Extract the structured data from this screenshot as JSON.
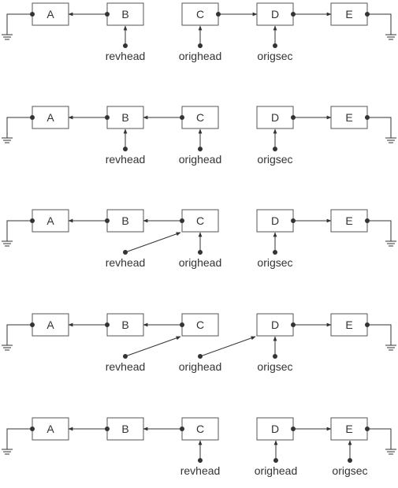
{
  "diagram": {
    "nodes": [
      "A",
      "B",
      "C",
      "D",
      "E"
    ],
    "pointer_names": [
      "revhead",
      "orighead",
      "origsec"
    ],
    "steps": [
      {
        "links": [
          [
            "B",
            "A"
          ],
          [
            "C",
            "D"
          ],
          [
            "D",
            "E"
          ]
        ],
        "grounded": [
          "A",
          "E"
        ],
        "pointers": [
          {
            "label": "revhead",
            "points_to": "B"
          },
          {
            "label": "orighead",
            "points_to": "C"
          },
          {
            "label": "origsec",
            "points_to": "D"
          }
        ]
      },
      {
        "links": [
          [
            "B",
            "A"
          ],
          [
            "C",
            "B"
          ],
          [
            "D",
            "E"
          ]
        ],
        "grounded": [
          "A",
          "E"
        ],
        "pointers": [
          {
            "label": "revhead",
            "points_to": "B"
          },
          {
            "label": "orighead",
            "points_to": "C"
          },
          {
            "label": "origsec",
            "points_to": "D"
          }
        ]
      },
      {
        "links": [
          [
            "B",
            "A"
          ],
          [
            "C",
            "B"
          ],
          [
            "D",
            "E"
          ]
        ],
        "grounded": [
          "A",
          "E"
        ],
        "pointers": [
          {
            "label": "revhead",
            "points_to": "C"
          },
          {
            "label": "orighead",
            "points_to": "C"
          },
          {
            "label": "origsec",
            "points_to": "D"
          }
        ]
      },
      {
        "links": [
          [
            "B",
            "A"
          ],
          [
            "C",
            "B"
          ],
          [
            "D",
            "E"
          ]
        ],
        "grounded": [
          "A",
          "E"
        ],
        "pointers": [
          {
            "label": "revhead",
            "points_to": "C"
          },
          {
            "label": "orighead",
            "points_to": "D"
          },
          {
            "label": "origsec",
            "points_to": "D"
          }
        ]
      },
      {
        "links": [
          [
            "B",
            "A"
          ],
          [
            "C",
            "B"
          ],
          [
            "D",
            "E"
          ]
        ],
        "grounded": [
          "A",
          "E"
        ],
        "pointers": [
          {
            "label": "revhead",
            "points_to": "C"
          },
          {
            "label": "orighead",
            "points_to": "D"
          },
          {
            "label": "origsec",
            "points_to": "E"
          }
        ]
      }
    ]
  }
}
